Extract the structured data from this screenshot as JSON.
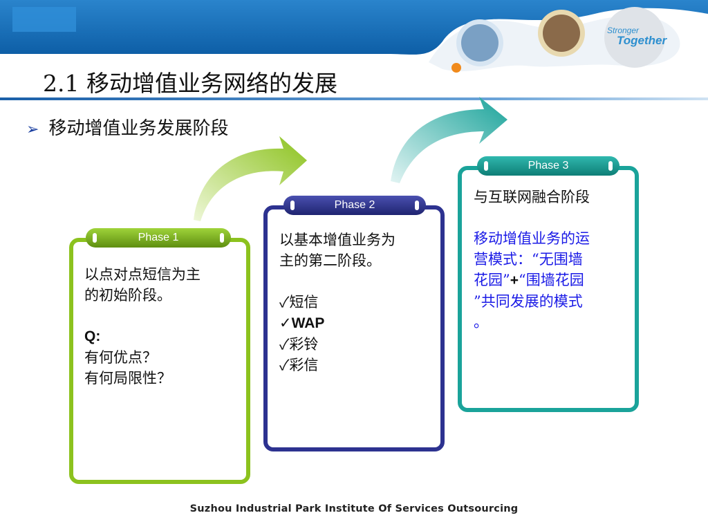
{
  "header": {
    "slogan_line1": "Stronger",
    "slogan_line2": "Together"
  },
  "title": "2.1  移动增值业务网络的发展",
  "subtitle": {
    "bullet": "➢",
    "text": "移动增值业务发展阶段"
  },
  "phases": [
    {
      "label": "Phase 1",
      "lines": [
        "以点对点短信为主",
        "的初始阶段。"
      ],
      "q_label": "Q:",
      "questions": [
        "有何优点？",
        "有何局限性？"
      ]
    },
    {
      "label": "Phase 2",
      "lines": [
        "以基本增值业务为",
        "主的第二阶段。"
      ],
      "check": "✓",
      "items": [
        "短信",
        "WAP",
        "彩铃",
        "彩信"
      ]
    },
    {
      "label": "Phase 3",
      "heading": "与互联网融合阶段",
      "blue_lines": [
        "移动增值业务的运",
        "营模式：“无围墙",
        "花园”",
        "+",
        "“围墙花园",
        "”共同发展的模式",
        "。"
      ]
    }
  ],
  "footer": "Suzhou Industrial Park Institute Of Services Outsourcing",
  "colors": {
    "phase1": "#8cc21e",
    "phase2": "#2d3290",
    "phase3": "#1aa39a",
    "header_blue": "#1a6fb8",
    "blue_text": "#1a1ae6"
  }
}
